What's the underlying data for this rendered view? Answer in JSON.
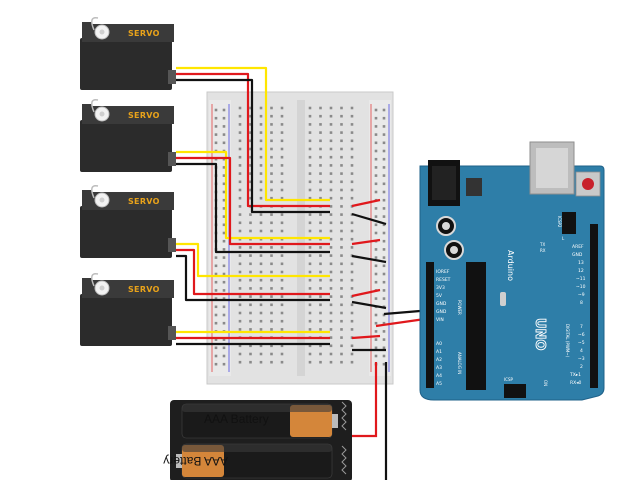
{
  "servos": [
    {
      "label": "SERVO"
    },
    {
      "label": "SERVO"
    },
    {
      "label": "SERVO"
    },
    {
      "label": "SERVO"
    }
  ],
  "battery": {
    "cell_top_label": "AAA Battery",
    "cell_bottom_label": "AAA Battery"
  },
  "arduino": {
    "brand": "Arduino",
    "model": "UNO",
    "power_pins": [
      "IOREF",
      "RESET",
      "3V3",
      "5V",
      "GND",
      "GND",
      "VIN"
    ],
    "analog_pins": [
      "A0",
      "A1",
      "A2",
      "A3",
      "A4",
      "A5"
    ],
    "header_labels": [
      "AREF",
      "GND",
      "13",
      "12",
      "~11",
      "~10",
      "~9",
      "8"
    ],
    "header2_labels": [
      "7",
      "~6",
      "~5",
      "4",
      "~3",
      "2",
      "TX▸1",
      "RX◂0"
    ],
    "icsp_label": "ICSP",
    "icsp2_label": "ICSP2",
    "tx_label": "TX",
    "rx_label": "RX",
    "l_label": "L",
    "on_label": "ON",
    "power_label": "POWER",
    "analog_in_label": "ANALOG IN",
    "digital_label": "DIGITAL (PWM~)"
  },
  "colors": {
    "signal_wire": "#ffe600",
    "power_wire": "#e0181c",
    "ground_wire": "#111111",
    "board": "#2e7ea8",
    "servo_body": "#2b2b2b",
    "servo_label": "#e8a21a"
  }
}
